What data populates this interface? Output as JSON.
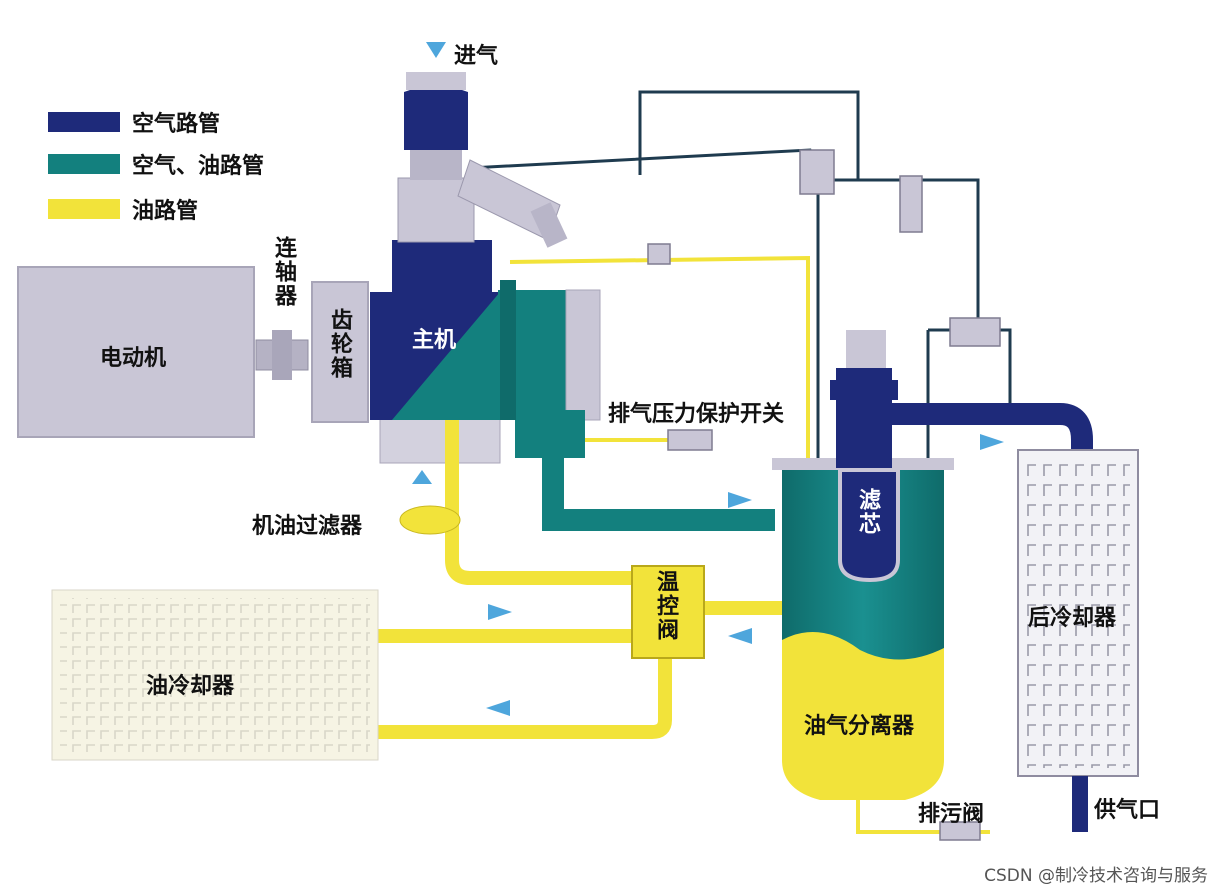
{
  "colors": {
    "air": "#1e2a7a",
    "air_oil": "#13807e",
    "oil": "#f2e33a",
    "machine": "#c9c6d6",
    "cooler": "#f6f4e4",
    "arrow": "#4ea6dc",
    "line": "#1f3b4f"
  },
  "legend": [
    {
      "label": "空气路管",
      "color": "#1e2a7a"
    },
    {
      "label": "空气、油路管",
      "color": "#13807e"
    },
    {
      "label": "油路管",
      "color": "#f2e33a"
    }
  ],
  "labels": {
    "intake": "进气",
    "motor": "电动机",
    "coupling": "连轴器",
    "gearbox": "齿轮箱",
    "main_unit": "主机",
    "pressure_switch": "排气压力保护开关",
    "oil_filter": "机油过滤器",
    "thermo_valve": "温控阀",
    "oil_cooler": "油冷却器",
    "filter_element": "滤芯",
    "separator": "油气分离器",
    "after_cooler": "后冷却器",
    "drain_valve": "排污阀",
    "supply_port": "供气口"
  },
  "watermark": "CSDN @制冷技术咨询与服务"
}
